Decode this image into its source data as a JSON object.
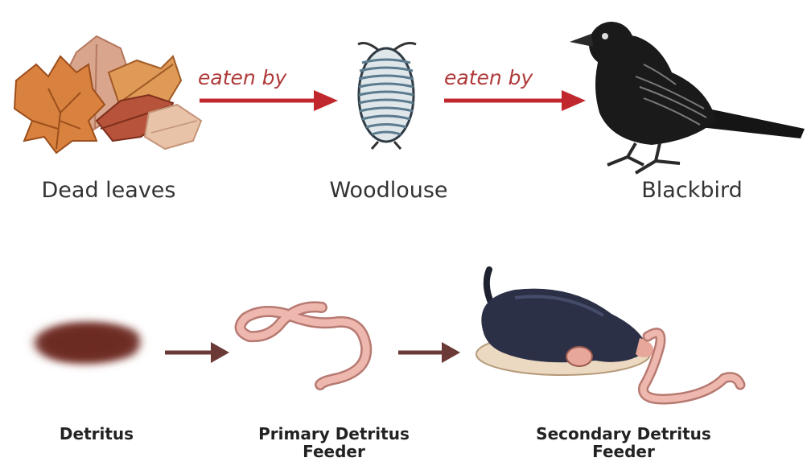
{
  "top_chain": {
    "items": [
      {
        "label": "Dead leaves"
      },
      {
        "label": "Woodlouse"
      },
      {
        "label": "Blackbird"
      }
    ],
    "arrows": [
      {
        "label": "eaten by"
      },
      {
        "label": "eaten by"
      }
    ]
  },
  "bottom_chain": {
    "items": [
      {
        "label": "Detritus"
      },
      {
        "label_line1": "Primary Detritus",
        "label_line2": "Feeder"
      },
      {
        "label_line1": "Secondary Detritus",
        "label_line2": "Feeder"
      }
    ]
  },
  "colors": {
    "top_arrow": "#c0282d",
    "bottom_arrow": "#6b3a36",
    "arrow_text": "#b03a3a"
  }
}
